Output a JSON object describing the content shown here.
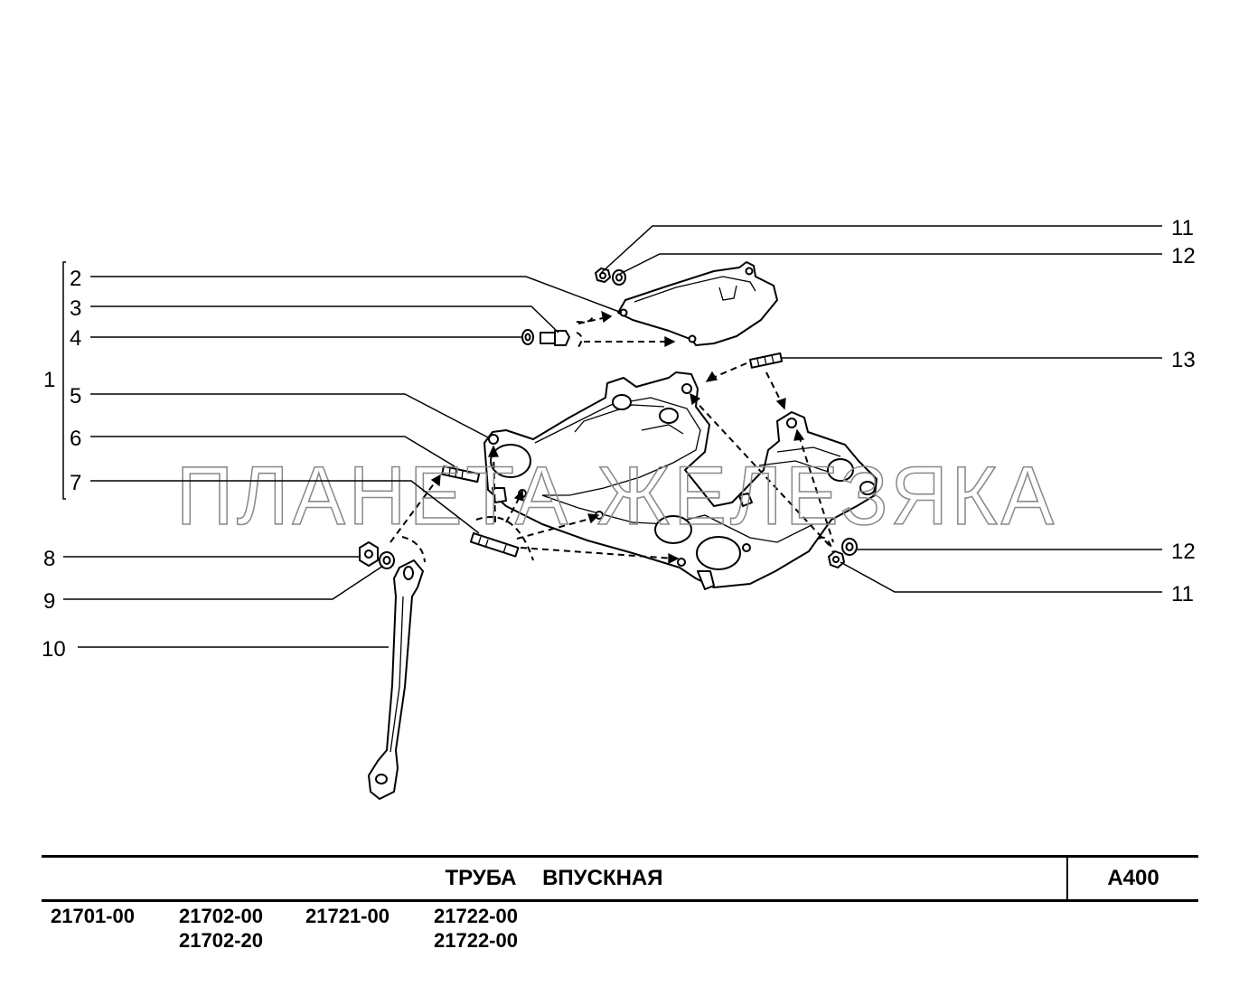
{
  "diagram": {
    "watermark": "ПЛАНЕТА ЖЕЛЕЗЯКА",
    "callouts": {
      "c1": "1",
      "c2": "2",
      "c3": "3",
      "c4": "4",
      "c5": "5",
      "c6": "6",
      "c7": "7",
      "c8": "8",
      "c9": "9",
      "c10": "10",
      "c11_top": "11",
      "c12_top": "12",
      "c13": "13",
      "c12_bottom": "12",
      "c11_bottom": "11"
    }
  },
  "title_block": {
    "title": "ТРУБА ВПУСКНАЯ",
    "code": "А400"
  },
  "models": [
    {
      "lines": [
        "21701-00"
      ]
    },
    {
      "lines": [
        "21702-00",
        "21702-20"
      ]
    },
    {
      "lines": [
        "21721-00"
      ]
    },
    {
      "lines": [
        "21722-00",
        "21722-00"
      ]
    }
  ]
}
